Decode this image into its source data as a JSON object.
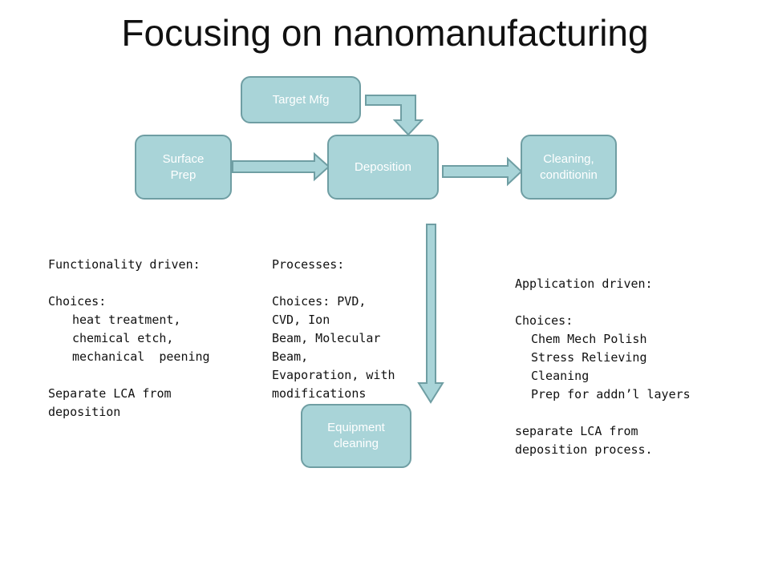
{
  "title": "Focusing on nanomanufacturing",
  "boxes": {
    "target_mfg": "Target Mfg",
    "surface_prep": "Surface\nPrep",
    "deposition": "Deposition",
    "cleaning": "Cleaning,\nconditionin",
    "equipment_cleaning": "Equipment\ncleaning"
  },
  "left_text": {
    "heading": "Functionality driven:",
    "choices_label": "Choices:",
    "choices": [
      "heat treatment,",
      "chemical etch,",
      "mechanical  peening"
    ],
    "note_line1": "Separate LCA from",
    "note_line2": "deposition"
  },
  "middle_text": {
    "heading": "Processes:",
    "lines": [
      "Choices: PVD,",
      "CVD, Ion",
      "Beam, Molecular",
      "Beam,",
      "Evaporation, with",
      "modifications"
    ]
  },
  "right_text": {
    "heading": "Application driven:",
    "choices_label": "Choices:",
    "choices": [
      "Chem Mech Polish",
      "Stress Relieving",
      "Cleaning",
      "Prep for addn’l layers"
    ],
    "note_line1": "separate LCA from",
    "note_line2": "deposition process."
  }
}
